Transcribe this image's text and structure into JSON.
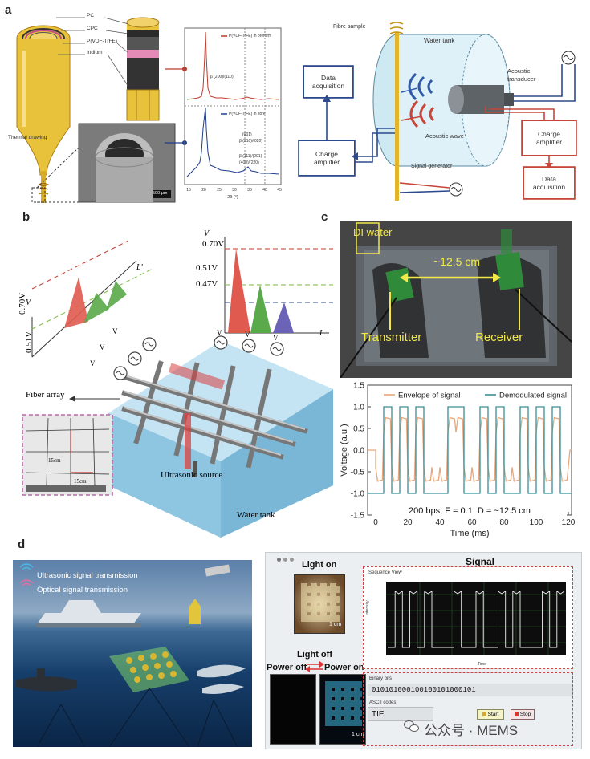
{
  "panels": {
    "a": "a",
    "b": "b",
    "c": "c",
    "d": "d"
  },
  "a": {
    "layers": [
      "PC",
      "CPC",
      "P(VDF-TrFE)",
      "Indium"
    ],
    "thermal_drawing": "Thermal drawing",
    "scale": "500 μm",
    "xrd": {
      "preform_legend": "P(VDF-TrFE) in preform",
      "fibre_legend": "P(VDF-TrFE) in fibre",
      "preform_peak": "β (200)/(110)",
      "fibre_peak1": "(001)",
      "fibre_peak2": "β (310)/(020)",
      "fibre_peak3": "β (111)/(201)",
      "fibre_peak4": "(400)/(220)",
      "xlabel": "2θ (°)",
      "xticks": [
        "15",
        "20",
        "25",
        "30",
        "35",
        "40",
        "45"
      ]
    },
    "setup": {
      "fibre_sample": "Fibre sample",
      "water_tank": "Water tank",
      "acoustic_transducer": "Acoustic\ntransducer",
      "acoustic_wave": "Acoustic wave",
      "signal_generator": "Signal generator",
      "data_acq_left": "Data\nacquisition",
      "charge_amp_left": "Charge\namplifier",
      "charge_amp_right": "Charge\namplifier",
      "data_acq_right": "Data\nacquisition"
    }
  },
  "b": {
    "left_peaks": {
      "v_top": "0.70V",
      "v_bot": "0.51V",
      "axis_v": "V",
      "axis_l": "L'",
      "labels": [
        "V",
        "V",
        "V"
      ]
    },
    "right_peaks": {
      "v1": "0.70V",
      "v2": "0.51V",
      "v3": "0.47V",
      "axis_v": "V",
      "axis_l": "L",
      "labels": [
        "V",
        "V",
        "V"
      ]
    },
    "fiber_array": "Fiber array",
    "inset_15a": "15cm",
    "inset_15b": "15cm",
    "ultrasonic_source": "Ultrasonic source",
    "water_tank": "Water tank",
    "sources_left": [
      "V",
      "V",
      "V"
    ],
    "sources_right": [
      "V",
      "V",
      "V"
    ]
  },
  "c": {
    "di_water": "DI water",
    "distance": "~12.5 cm",
    "transmitter": "Transmitter",
    "receiver": "Receiver"
  },
  "chart_data": {
    "type": "line",
    "title": "",
    "xlabel": "Time (ms)",
    "ylabel": "Voltage (a.u.)",
    "xlim": [
      -5,
      122
    ],
    "ylim": [
      -1.5,
      1.5
    ],
    "xticks": [
      0,
      20,
      40,
      60,
      80,
      100,
      120
    ],
    "yticks": [
      -1.5,
      -1.0,
      -0.5,
      0.0,
      0.5,
      1.0,
      1.5
    ],
    "legend_placement": "top",
    "annotation": "200 bps, F = 0.1, D = ~12.5 cm",
    "bits": [
      0,
      1,
      0,
      1,
      0,
      1,
      0,
      0,
      0,
      1,
      1,
      0,
      0,
      1,
      0,
      1,
      0,
      0,
      1,
      0,
      1,
      0,
      1,
      0
    ],
    "bit_ms": 5,
    "signal_start_ms": 0,
    "series": [
      {
        "name": "Envelope of signal",
        "color": "#e8a77c",
        "high": 0.75,
        "low": -0.72
      },
      {
        "name": "Demodulated signal",
        "color": "#3a8f96",
        "high": 1.0,
        "low": -1.0
      }
    ]
  },
  "d": {
    "ultrasonic_tx": "Ultrasonic signal transmission",
    "optical_tx": "Optical signal transmission",
    "light_on": "Light on",
    "light_off": "Light off",
    "power_off": "Power off",
    "power_on": "Power on",
    "scale_1": "1 cm",
    "scale_2": "1 cm",
    "signal": "Signal",
    "sequence_view": "Sequence View",
    "seq_ylabel": "Intensity",
    "seq_xlabel": "Time",
    "binary_bits_label": "Binary bits",
    "binary_bits": "010101000100100101000101",
    "ascii_label": "ASCII codes",
    "ascii_value": "TIE",
    "start": "Start",
    "stop": "Stop",
    "watermark": "公众号 · MEMS"
  }
}
